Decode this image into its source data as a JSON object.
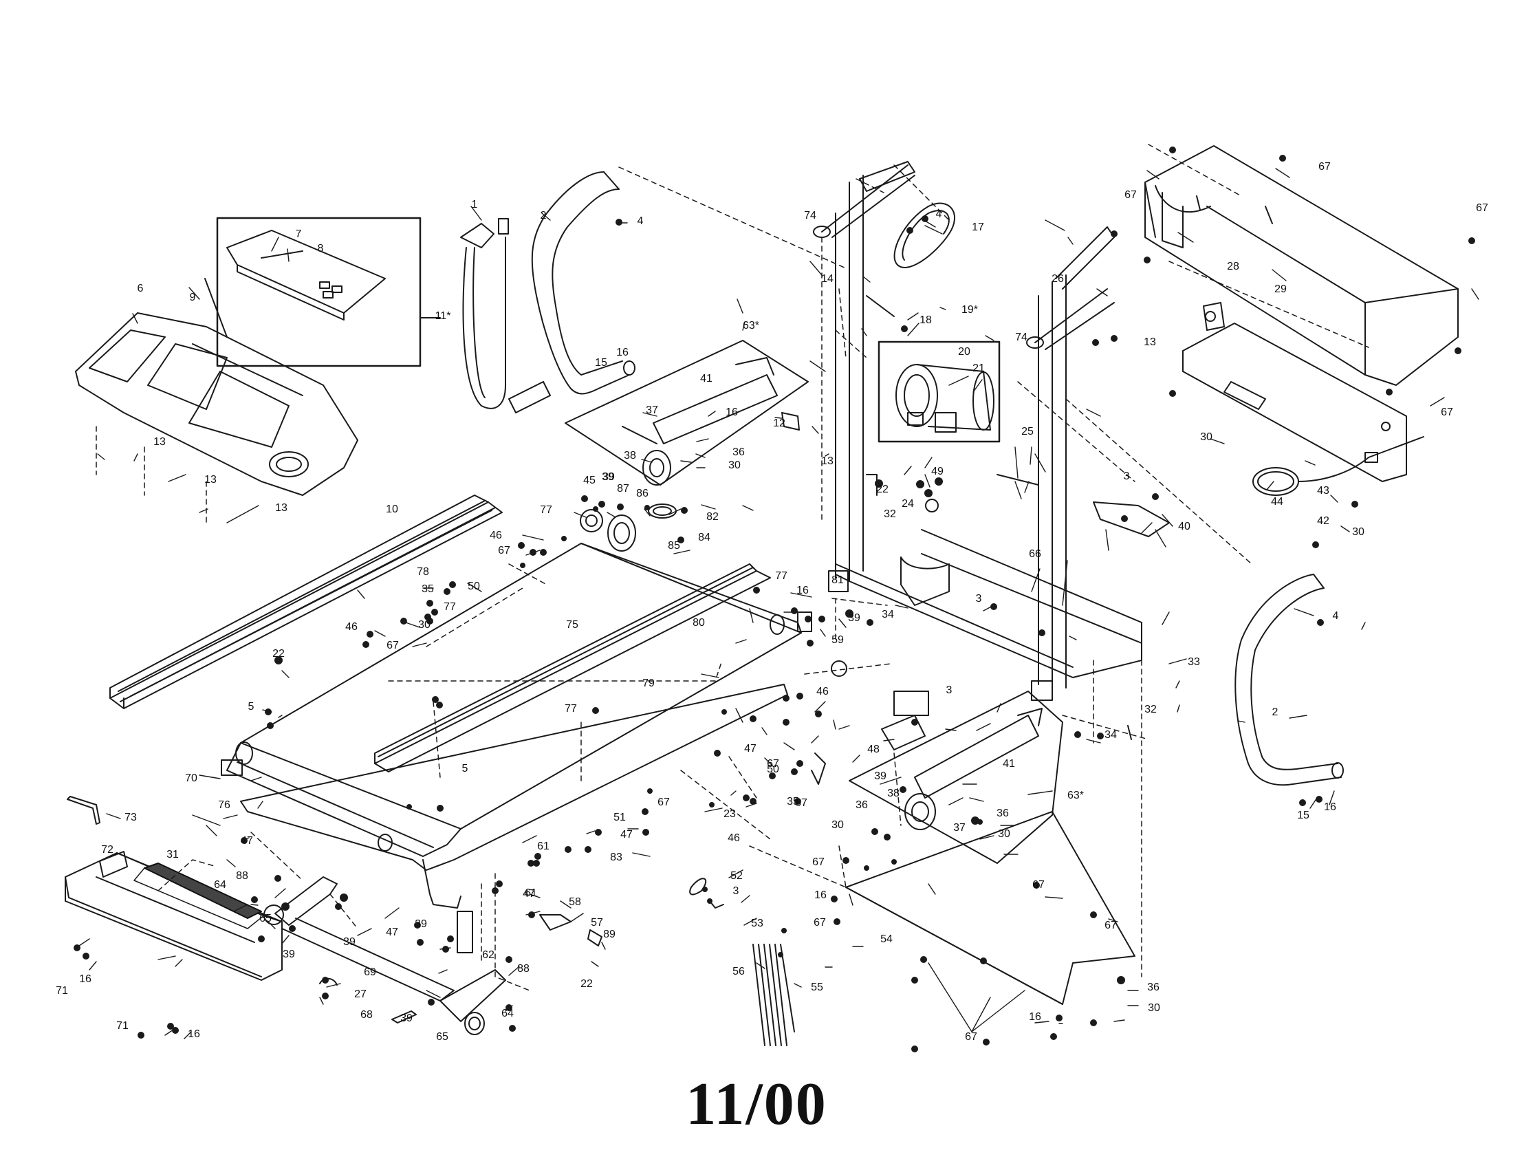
{
  "diagram": {
    "date_code": "11/00",
    "labels": [
      {
        "id": "l1",
        "text": "1"
      },
      {
        "id": "l2a",
        "text": "2"
      },
      {
        "id": "l2b",
        "text": "2"
      },
      {
        "id": "l3a",
        "text": "3"
      },
      {
        "id": "l3b",
        "text": "3"
      },
      {
        "id": "l3c",
        "text": "3"
      },
      {
        "id": "l3d",
        "text": "3"
      },
      {
        "id": "l4a",
        "text": "4"
      },
      {
        "id": "l4b",
        "text": "4"
      },
      {
        "id": "l4c",
        "text": "4"
      },
      {
        "id": "l5a",
        "text": "5"
      },
      {
        "id": "l5b",
        "text": "5"
      },
      {
        "id": "l6",
        "text": "6"
      },
      {
        "id": "l7",
        "text": "7"
      },
      {
        "id": "l8",
        "text": "8"
      },
      {
        "id": "l9",
        "text": "9"
      },
      {
        "id": "l10",
        "text": "10"
      },
      {
        "id": "l11",
        "text": "11*"
      },
      {
        "id": "l12",
        "text": "12"
      },
      {
        "id": "l13a",
        "text": "13"
      },
      {
        "id": "l13b",
        "text": "13"
      },
      {
        "id": "l13c",
        "text": "13"
      },
      {
        "id": "l13d",
        "text": "13"
      },
      {
        "id": "l13e",
        "text": "13"
      },
      {
        "id": "l14",
        "text": "14"
      },
      {
        "id": "l15a",
        "text": "15"
      },
      {
        "id": "l15b",
        "text": "15"
      },
      {
        "id": "l16a",
        "text": "16"
      },
      {
        "id": "l16b",
        "text": "16"
      },
      {
        "id": "l16c",
        "text": "16"
      },
      {
        "id": "l16d",
        "text": "16"
      },
      {
        "id": "l16e",
        "text": "16"
      },
      {
        "id": "l16f",
        "text": "16"
      },
      {
        "id": "l16g",
        "text": "16"
      },
      {
        "id": "l16h",
        "text": "16"
      },
      {
        "id": "l17",
        "text": "17"
      },
      {
        "id": "l18",
        "text": "18"
      },
      {
        "id": "l19",
        "text": "19*"
      },
      {
        "id": "l20",
        "text": "20"
      },
      {
        "id": "l21",
        "text": "21"
      },
      {
        "id": "l22a",
        "text": "22"
      },
      {
        "id": "l22b",
        "text": "22"
      },
      {
        "id": "l22c",
        "text": "22"
      },
      {
        "id": "l23",
        "text": "23"
      },
      {
        "id": "l24",
        "text": "24"
      },
      {
        "id": "l25",
        "text": "25"
      },
      {
        "id": "l26",
        "text": "26"
      },
      {
        "id": "l27",
        "text": "27"
      },
      {
        "id": "l28",
        "text": "28"
      },
      {
        "id": "l29",
        "text": "29"
      },
      {
        "id": "l30a",
        "text": "30"
      },
      {
        "id": "l30b",
        "text": "30"
      },
      {
        "id": "l30c",
        "text": "30"
      },
      {
        "id": "l30d",
        "text": "30"
      },
      {
        "id": "l30e",
        "text": "30"
      },
      {
        "id": "l30f",
        "text": "30"
      },
      {
        "id": "l30g",
        "text": "30"
      },
      {
        "id": "l31",
        "text": "31"
      },
      {
        "id": "l32a",
        "text": "32"
      },
      {
        "id": "l32b",
        "text": "32"
      },
      {
        "id": "l33",
        "text": "33"
      },
      {
        "id": "l34a",
        "text": "34"
      },
      {
        "id": "l34b",
        "text": "34"
      },
      {
        "id": "l35a",
        "text": "35"
      },
      {
        "id": "l35b",
        "text": "35"
      },
      {
        "id": "l36a",
        "text": "36"
      },
      {
        "id": "l36b",
        "text": "36"
      },
      {
        "id": "l36c",
        "text": "36"
      },
      {
        "id": "l36d",
        "text": "36"
      },
      {
        "id": "l37a",
        "text": "37"
      },
      {
        "id": "l37b",
        "text": "37"
      },
      {
        "id": "l38a",
        "text": "38"
      },
      {
        "id": "l38b",
        "text": "38"
      },
      {
        "id": "l39a",
        "text": "39"
      },
      {
        "id": "l39b",
        "text": "39"
      },
      {
        "id": "l39c",
        "text": "39"
      },
      {
        "id": "l39d",
        "text": "39"
      },
      {
        "id": "l39e",
        "text": "39"
      },
      {
        "id": "l39f",
        "text": "39"
      },
      {
        "id": "l39g",
        "text": "39"
      },
      {
        "id": "l39h",
        "text": "39"
      },
      {
        "id": "l40",
        "text": "40"
      },
      {
        "id": "l41a",
        "text": "41"
      },
      {
        "id": "l41b",
        "text": "41"
      },
      {
        "id": "l42",
        "text": "42"
      },
      {
        "id": "l43",
        "text": "43"
      },
      {
        "id": "l44",
        "text": "44"
      },
      {
        "id": "l45",
        "text": "45"
      },
      {
        "id": "l46a",
        "text": "46"
      },
      {
        "id": "l46b",
        "text": "46"
      },
      {
        "id": "l46c",
        "text": "46"
      },
      {
        "id": "l46d",
        "text": "46"
      },
      {
        "id": "l47a",
        "text": "47"
      },
      {
        "id": "l47b",
        "text": "47"
      },
      {
        "id": "l47c",
        "text": "47"
      },
      {
        "id": "l47d",
        "text": "47"
      },
      {
        "id": "l47e",
        "text": "47"
      },
      {
        "id": "l48",
        "text": "48"
      },
      {
        "id": "l49",
        "text": "49"
      },
      {
        "id": "l50a",
        "text": "50"
      },
      {
        "id": "l50b",
        "text": "50"
      },
      {
        "id": "l51",
        "text": "51"
      },
      {
        "id": "l52",
        "text": "52"
      },
      {
        "id": "l53",
        "text": "53"
      },
      {
        "id": "l54",
        "text": "54"
      },
      {
        "id": "l55",
        "text": "55"
      },
      {
        "id": "l56",
        "text": "56"
      },
      {
        "id": "l57",
        "text": "57"
      },
      {
        "id": "l58",
        "text": "58"
      },
      {
        "id": "l59",
        "text": "59"
      },
      {
        "id": "l61a",
        "text": "61"
      },
      {
        "id": "l61b",
        "text": "61"
      },
      {
        "id": "l62",
        "text": "62"
      },
      {
        "id": "l63a",
        "text": "63*"
      },
      {
        "id": "l63b",
        "text": "63*"
      },
      {
        "id": "l64a",
        "text": "64"
      },
      {
        "id": "l64b",
        "text": "64"
      },
      {
        "id": "l65a",
        "text": "65"
      },
      {
        "id": "l65b",
        "text": "65"
      },
      {
        "id": "l66",
        "text": "66"
      },
      {
        "id": "l67a",
        "text": "67"
      },
      {
        "id": "l67b",
        "text": "67"
      },
      {
        "id": "l67c",
        "text": "67"
      },
      {
        "id": "l67d",
        "text": "67"
      },
      {
        "id": "l67e",
        "text": "67"
      },
      {
        "id": "l67f",
        "text": "67"
      },
      {
        "id": "l67g",
        "text": "67"
      },
      {
        "id": "l67h",
        "text": "67"
      },
      {
        "id": "l67i",
        "text": "67"
      },
      {
        "id": "l67j",
        "text": "67"
      },
      {
        "id": "l67k",
        "text": "67"
      },
      {
        "id": "l67l",
        "text": "67"
      },
      {
        "id": "l67m",
        "text": "67"
      },
      {
        "id": "l67n",
        "text": "67"
      },
      {
        "id": "l68",
        "text": "68"
      },
      {
        "id": "l69",
        "text": "69"
      },
      {
        "id": "l70",
        "text": "70"
      },
      {
        "id": "l71a",
        "text": "71"
      },
      {
        "id": "l71b",
        "text": "71"
      },
      {
        "id": "l72",
        "text": "72"
      },
      {
        "id": "l73",
        "text": "73"
      },
      {
        "id": "l74a",
        "text": "74"
      },
      {
        "id": "l74b",
        "text": "74"
      },
      {
        "id": "l75",
        "text": "75"
      },
      {
        "id": "l76",
        "text": "76"
      },
      {
        "id": "l77a",
        "text": "77"
      },
      {
        "id": "l77b",
        "text": "77"
      },
      {
        "id": "l77c",
        "text": "77"
      },
      {
        "id": "l77d",
        "text": "77"
      },
      {
        "id": "l78",
        "text": "78"
      },
      {
        "id": "l79",
        "text": "79"
      },
      {
        "id": "l80",
        "text": "80"
      },
      {
        "id": "l81",
        "text": "81"
      },
      {
        "id": "l82",
        "text": "82"
      },
      {
        "id": "l83",
        "text": "83"
      },
      {
        "id": "l84",
        "text": "84"
      },
      {
        "id": "l85",
        "text": "85"
      },
      {
        "id": "l86",
        "text": "86"
      },
      {
        "id": "l87",
        "text": "87"
      },
      {
        "id": "l88a",
        "text": "88"
      },
      {
        "id": "l88b",
        "text": "88"
      },
      {
        "id": "l89",
        "text": "89"
      }
    ]
  }
}
